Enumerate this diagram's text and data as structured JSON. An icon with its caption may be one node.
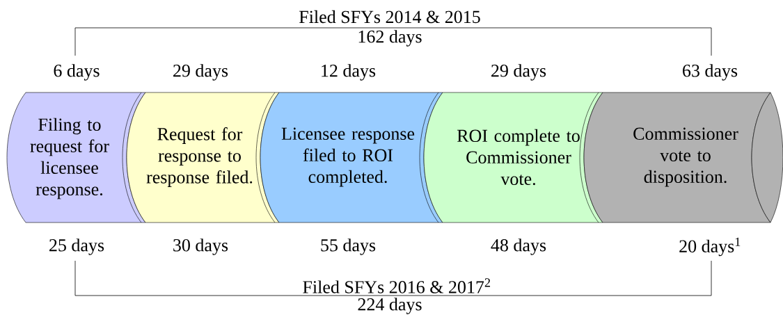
{
  "diagram": {
    "nodes": [
      {
        "text": [
          "Filing to request for licensee response."
        ],
        "beside": [
          "6 days",
          "25 days"
        ]
      },
      {
        "text": [
          "Request for response to response filed."
        ],
        "beside": [
          "29 days",
          "30 days"
        ]
      },
      {
        "text": [
          "Licensee response filed to ROI completed."
        ],
        "beside": [
          "12 days",
          "55 days"
        ]
      },
      {
        "text": [
          "ROI complete to Commissioner vote."
        ],
        "beside": [
          "29 days",
          "48 days"
        ]
      },
      {
        "text": [
          "Commissioner vote to disposition."
        ],
        "beside": [
          "63 days",
          "20 days$^{1}$"
        ]
      }
    ],
    "labels": [
      "Filed SFYs 2014 & 2015",
      "162 days",
      "Filed SFYs 2016 & 2017$^{2}$",
      "224 days"
    ]
  }
}
